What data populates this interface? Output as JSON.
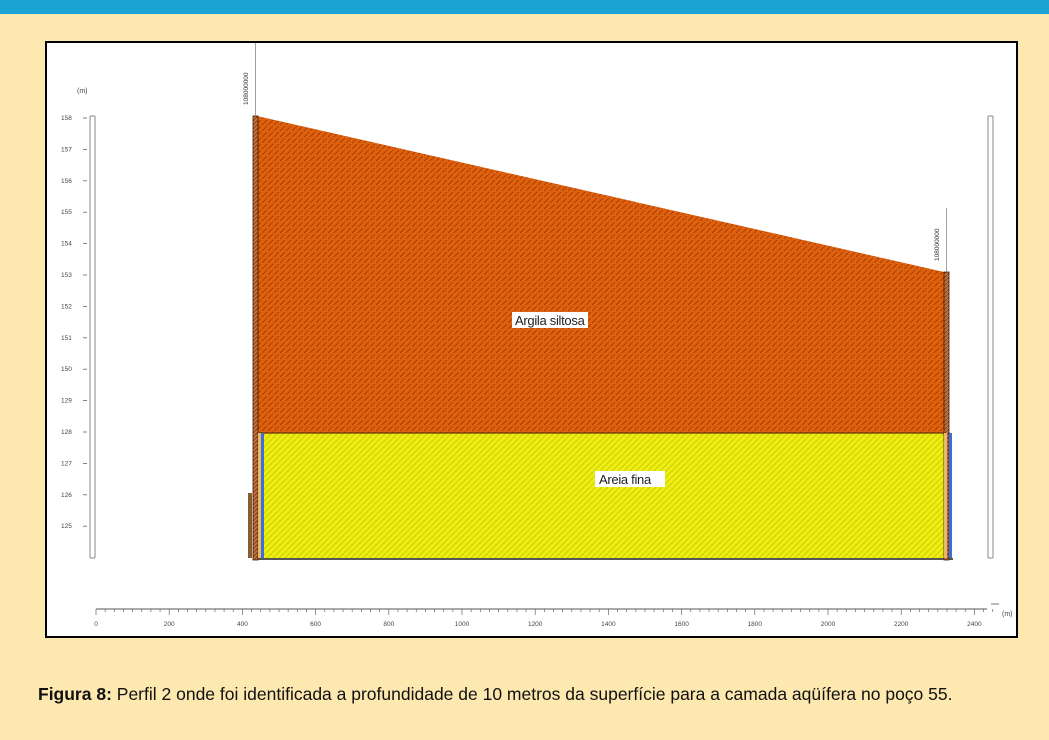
{
  "colors": {
    "background": "#fde8b0",
    "top_bar": "#1aa3d3",
    "clay": "#e0600c",
    "clay_hatch": "#a03c04",
    "sand": "#eeee10",
    "sand_hatch": "#c8c808",
    "well_accent": "#3b6fd6"
  },
  "figure": {
    "y_unit": "(m)",
    "x_unit": "(m)",
    "y_ticks": [
      "158",
      "157",
      "156",
      "155",
      "154",
      "153",
      "152",
      "151",
      "150",
      "129",
      "128",
      "127",
      "126",
      "125"
    ],
    "x_ticks": [
      "0",
      "200",
      "400",
      "600",
      "800",
      "1000",
      "1200",
      "1400",
      "1600",
      "1800",
      "2000",
      "2200",
      "2400"
    ],
    "wells": [
      {
        "label": "108000000",
        "x": 440
      },
      {
        "label": "108000000",
        "x": 2325
      }
    ],
    "layers": [
      {
        "label": "Argila siltosa"
      },
      {
        "label": "Areia fina"
      }
    ]
  },
  "caption": {
    "label": "Figura 8:",
    "text": "Perfil 2 onde foi identificada a profundidade de 10 metros da superfície para a camada aqüífera no poço 55."
  }
}
